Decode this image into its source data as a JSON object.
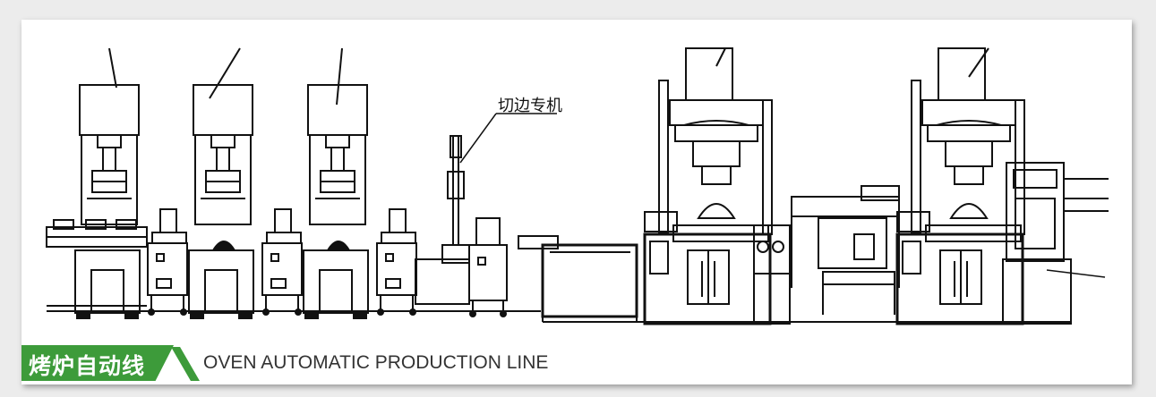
{
  "drawing": {
    "callout_label": "切边专机"
  },
  "caption": {
    "title_cn": "烤炉自动线",
    "title_en": "OVEN AUTOMATIC PRODUCTION LINE",
    "accent_color": "#3d9b3a"
  }
}
